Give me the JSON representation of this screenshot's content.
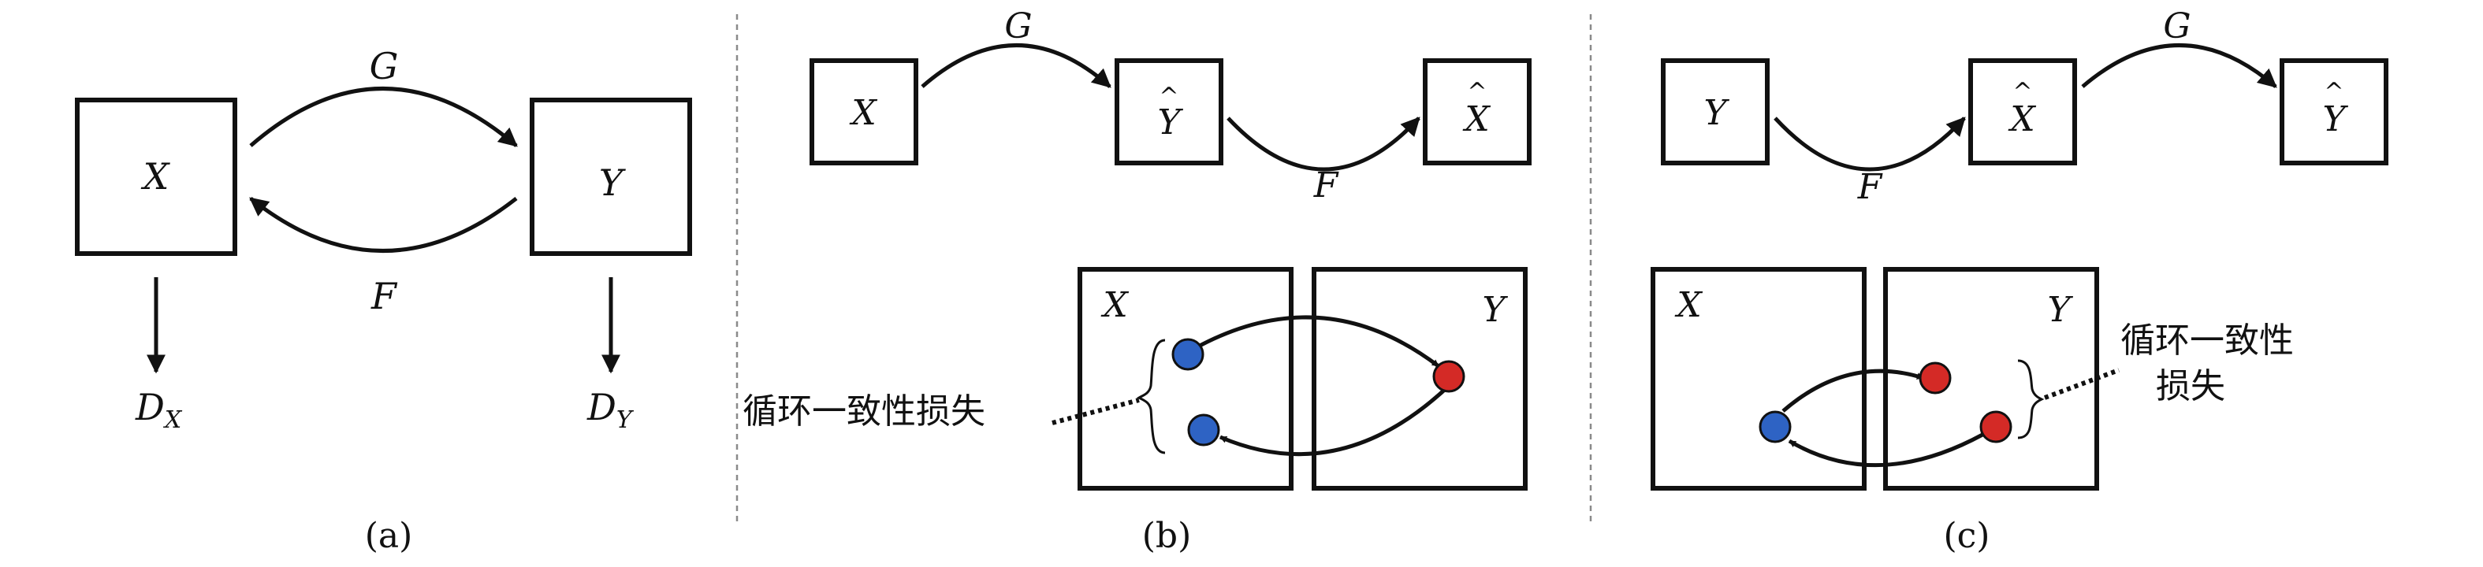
{
  "panel_a": {
    "caption": "(a)",
    "box_x": "X",
    "box_y": "Y",
    "label_g": "G",
    "label_f": "F",
    "dx_main": "D",
    "dx_sub": "X",
    "dy_main": "D",
    "dy_sub": "Y"
  },
  "panel_b": {
    "caption": "(b)",
    "box1": "X",
    "box2": "Y",
    "box3": "X",
    "label_g": "G",
    "label_f": "F",
    "hat": "^",
    "domain_x": "X",
    "domain_y": "Y",
    "loss_label": "循环一致性损失"
  },
  "panel_c": {
    "caption": "(c)",
    "box1": "Y",
    "box2": "X",
    "box3": "Y",
    "label_f": "F",
    "label_g": "G",
    "hat": "^",
    "domain_x": "X",
    "domain_y": "Y",
    "loss_line1": "循环一致性",
    "loss_line2": "损失"
  },
  "colors": {
    "blue_dot": "#2e63c4",
    "red_dot": "#d42a26",
    "stroke": "#111111",
    "divider": "#8a8a8a"
  }
}
